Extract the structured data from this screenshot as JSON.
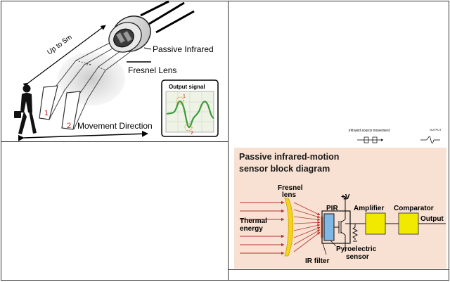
{
  "left_diagram": {
    "sensor_label": "Passive Infrared",
    "lens_label": "Fresnel Lens",
    "range_label": "Up to 5m",
    "movement_label": "Movement Direction",
    "zone_1": "1",
    "zone_2": "2",
    "output_title": "Output signal",
    "peak_1": "1",
    "peak_2": "2"
  },
  "small_strip": {
    "source_label": "infrared source movement",
    "output_label": "OUTPUT"
  },
  "block_diagram": {
    "title_line1": "Passive infrared-motion",
    "title_line2": "sensor block diagram",
    "fresnel_line1": "Fresnel",
    "fresnel_line2": "lens",
    "thermal_line1": "Thermal",
    "thermal_line2": "energy",
    "ir_filter": "IR filter",
    "pir": "PIR",
    "vplus": "+V",
    "pyro_line1": "Pyroelectric",
    "pyro_line2": "sensor",
    "amplifier": "Amplifier",
    "comparator": "Comparator",
    "output": "Output"
  },
  "colors": {
    "panel_bg": "#f8e1d2",
    "block_yellow": "#f1ea00",
    "arrow_red": "#b5332e",
    "lens_yellow": "#f6d21e",
    "signal_green": "#3a9a3a",
    "scope_bg": "#eef3e6"
  }
}
